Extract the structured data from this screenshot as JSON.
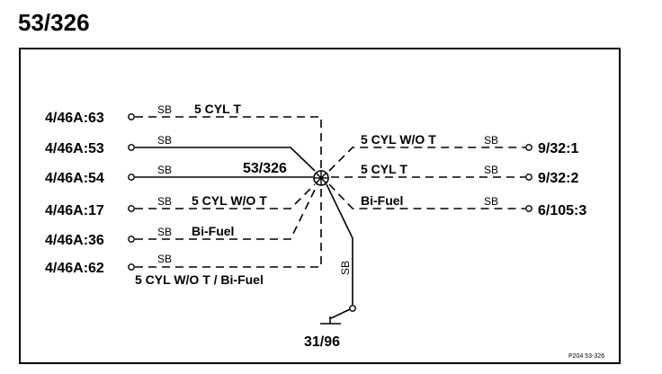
{
  "title": "53/326",
  "splice": "53/326",
  "ground": "31/96",
  "left_pins": [
    "4/46A:63",
    "4/46A:53",
    "4/46A:54",
    "4/46A:17",
    "4/46A:36",
    "4/46A:62"
  ],
  "right_pins": [
    "9/32:1",
    "9/32:2",
    "6/105:3"
  ],
  "wire_color": "SB",
  "options": {
    "cyl5_turbo": "5 CYL T",
    "cyl5_wo_turbo": "5 CYL W/O T",
    "bifuel": "Bi-Fuel",
    "cyl5_wo_turbo_bifuel": "5 CYL W/O T / Bi-Fuel"
  },
  "ref_code": "P204  53-326"
}
